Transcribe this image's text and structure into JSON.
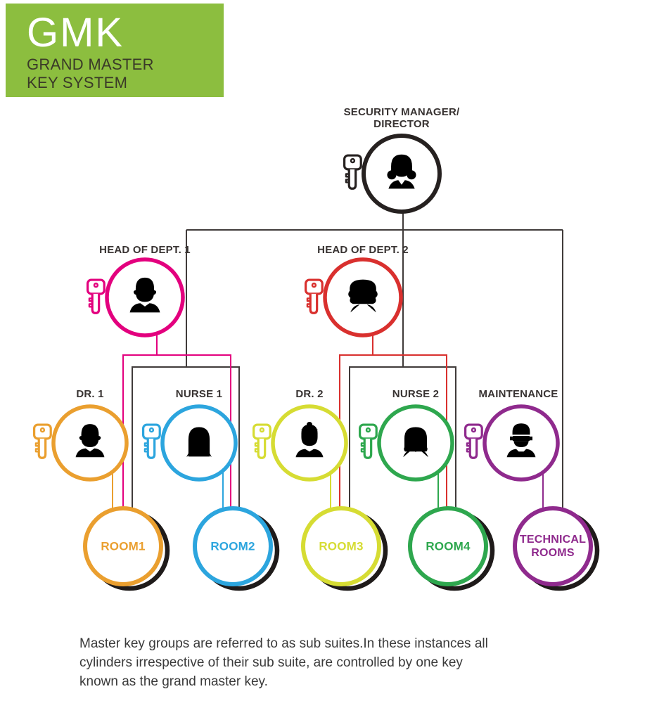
{
  "colors": {
    "box_green": "#8CBE3F",
    "box_title": "#FFFFFF",
    "box_subtitle": "#3A3A28",
    "label_dark": "#383332",
    "caption_gray": "#3A3A3A",
    "line_black": "#403B3A",
    "security_black": "#262120",
    "shadow_black": "#1F1B1A",
    "icon_gray": "#4D4D4D",
    "magenta": "#E3007E",
    "red": "#D9302E",
    "orange": "#EA9F2F",
    "blue": "#2CA5DE",
    "yellow": "#D6DC33",
    "green": "#2EA74E",
    "purple": "#8F2A8D"
  },
  "logo": {
    "acronym": "GMK",
    "subtitle": "GRAND MASTER\nKEY SYSTEM"
  },
  "org": {
    "security_manager": {
      "label": "SECURITY MANAGER/\nDIRECTOR"
    },
    "head1": {
      "label": "HEAD OF DEPT. 1"
    },
    "head2": {
      "label": "HEAD OF DEPT. 2"
    },
    "dr1": {
      "label": "DR. 1"
    },
    "nurse1": {
      "label": "NURSE 1"
    },
    "dr2": {
      "label": "DR. 2"
    },
    "nurse2": {
      "label": "NURSE 2"
    },
    "maintenance": {
      "label": "MAINTENANCE"
    },
    "room1": {
      "label": "ROOM1"
    },
    "room2": {
      "label": "ROOM2"
    },
    "room3": {
      "label": "ROOM3"
    },
    "room4": {
      "label": "ROOM4"
    },
    "technical_rooms": {
      "label": "TECHNICAL\nROOMS"
    }
  },
  "caption": "Master key groups are referred to as sub suites.In these instances all\ncylinders irrespective of their sub suite, are controlled by one key\nknown as the grand master key."
}
